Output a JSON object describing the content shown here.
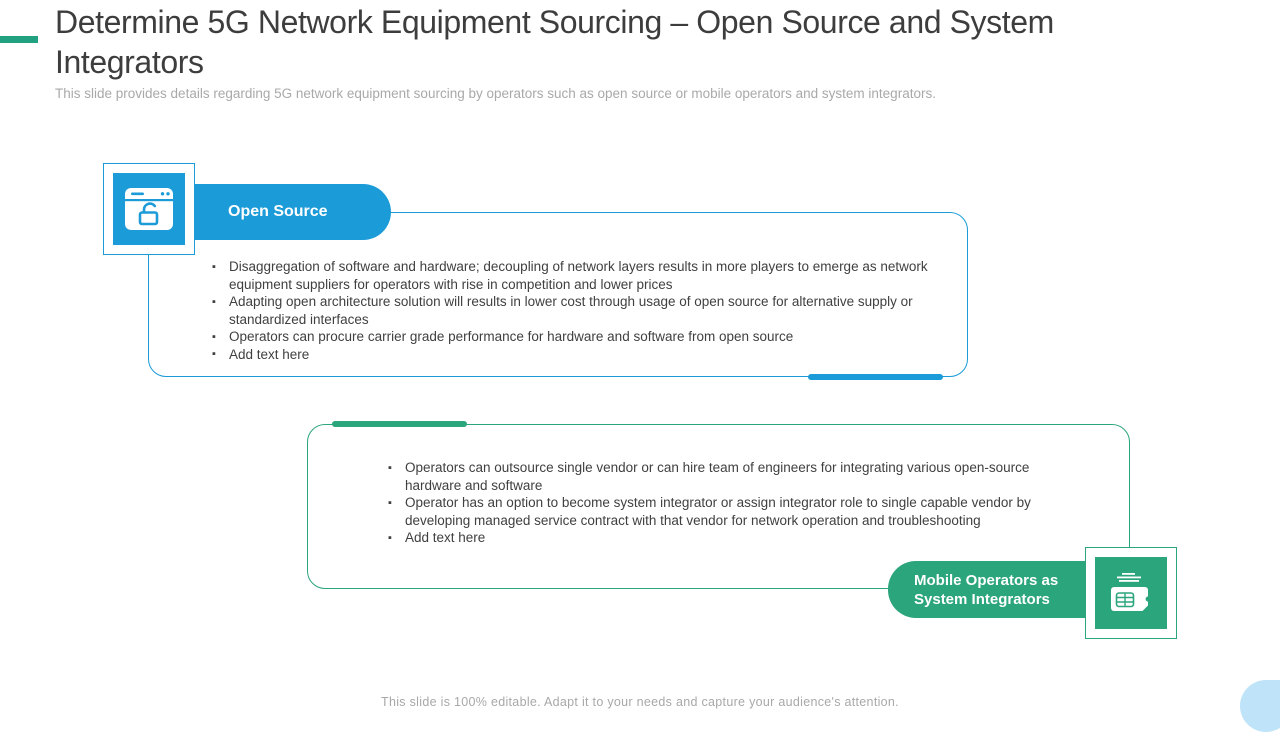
{
  "slide": {
    "title": "Determine 5G Network Equipment Sourcing – Open Source and System Integrators",
    "subtitle": "This slide provides details regarding 5G network equipment sourcing by operators such as open source or mobile operators and system integrators.",
    "footer": "This slide is 100% editable. Adapt it to your needs and capture your audience's attention."
  },
  "open_source": {
    "label": "Open Source",
    "icon": "browser-unlock-icon",
    "bullets": [
      "Disaggregation of software and hardware; decoupling of network layers results in more players to emerge as network equipment suppliers for operators with rise in competition and lower prices",
      "Adapting open architecture solution will results in lower cost through usage of open source for alternative supply or standardized interfaces",
      "Operators can procure carrier grade performance for hardware and software from open source",
      "Add text here"
    ]
  },
  "system_integrators": {
    "label": "Mobile Operators as System Integrators",
    "icon": "sim-card-icon",
    "bullets": [
      "Operators can outsource single vendor or can hire team of engineers for integrating various open-source hardware and software",
      "Operator has an option to become system integrator or assign integrator role to single capable vendor by developing managed service contract with that vendor for network operation and troubleshooting",
      "Add text here"
    ]
  },
  "colors": {
    "blue": "#1B9BD7",
    "green": "#2BA57C",
    "teal-accent": "#21A180",
    "light-blue": "#BFE3F8",
    "body-text": "#404040",
    "muted-text": "#A8A8A8"
  }
}
